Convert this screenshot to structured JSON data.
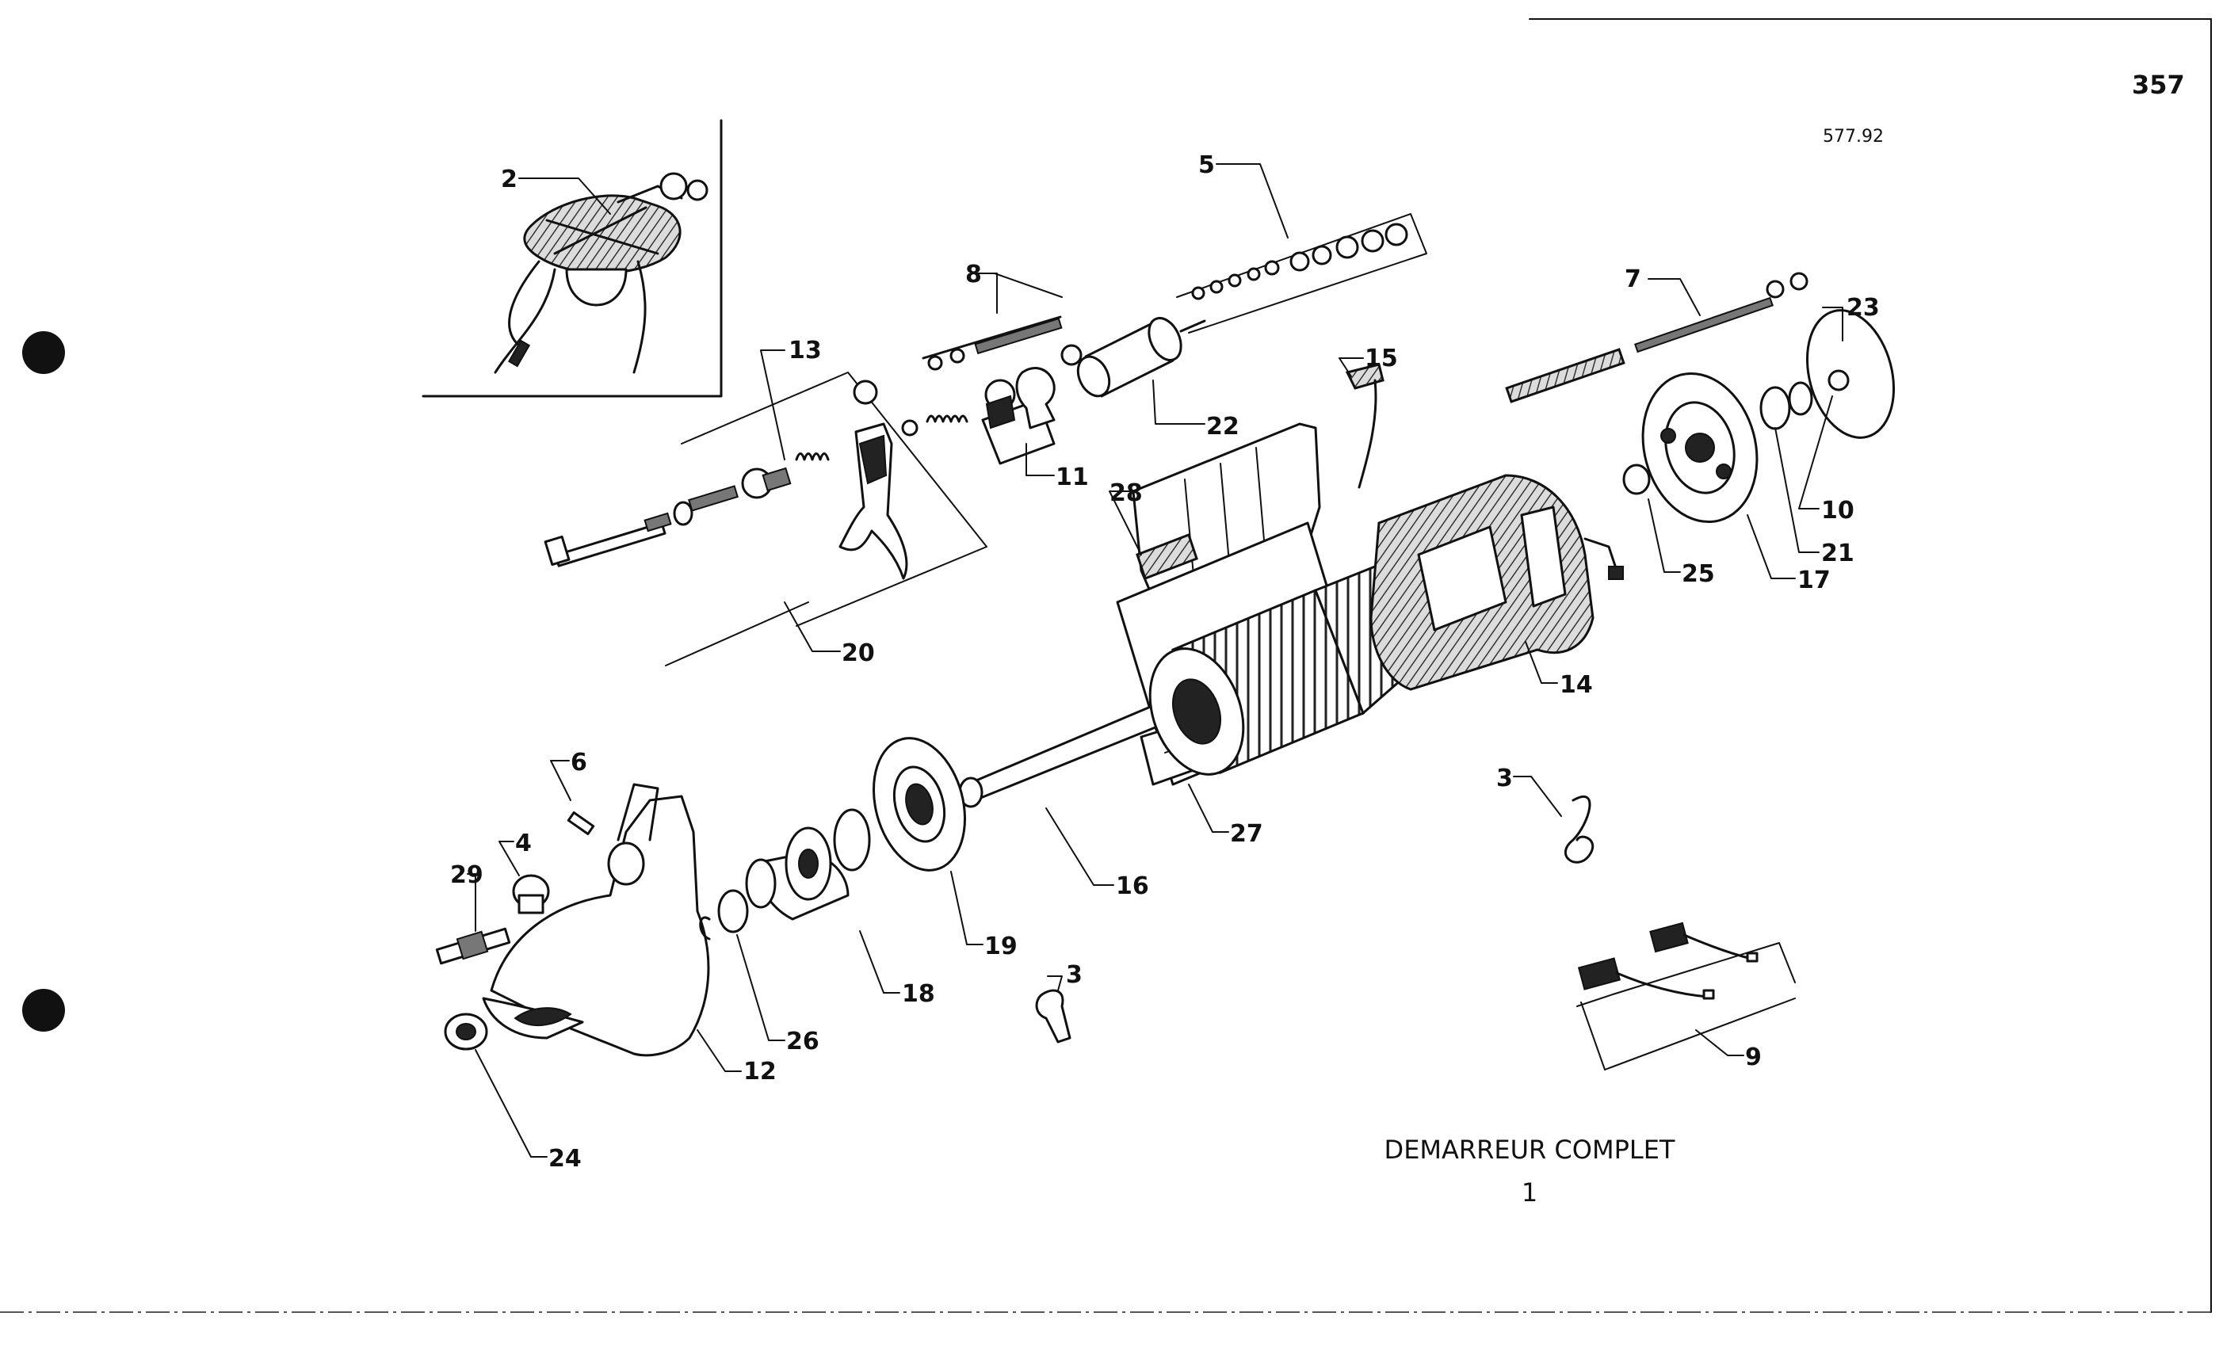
{
  "page_number": "357",
  "reference": "577.92",
  "title": "DEMARREUR COMPLET",
  "subtitle": "1",
  "callouts": [
    {
      "id": "2",
      "text": "2"
    },
    {
      "id": "5",
      "text": "5"
    },
    {
      "id": "8",
      "text": "8"
    },
    {
      "id": "7",
      "text": "7"
    },
    {
      "id": "23",
      "text": "23"
    },
    {
      "id": "13",
      "text": "13"
    },
    {
      "id": "15",
      "text": "15"
    },
    {
      "id": "22",
      "text": "22"
    },
    {
      "id": "11",
      "text": "11"
    },
    {
      "id": "28",
      "text": "28"
    },
    {
      "id": "10",
      "text": "10"
    },
    {
      "id": "21",
      "text": "21"
    },
    {
      "id": "25",
      "text": "25"
    },
    {
      "id": "17",
      "text": "17"
    },
    {
      "id": "20",
      "text": "20"
    },
    {
      "id": "14",
      "text": "14"
    },
    {
      "id": "6",
      "text": "6"
    },
    {
      "id": "3a",
      "text": "3"
    },
    {
      "id": "27",
      "text": "27"
    },
    {
      "id": "4",
      "text": "4"
    },
    {
      "id": "29",
      "text": "29"
    },
    {
      "id": "16",
      "text": "16"
    },
    {
      "id": "19",
      "text": "19"
    },
    {
      "id": "3b",
      "text": "3"
    },
    {
      "id": "18",
      "text": "18"
    },
    {
      "id": "26",
      "text": "26"
    },
    {
      "id": "12",
      "text": "12"
    },
    {
      "id": "9",
      "text": "9"
    },
    {
      "id": "24",
      "text": "24"
    }
  ]
}
